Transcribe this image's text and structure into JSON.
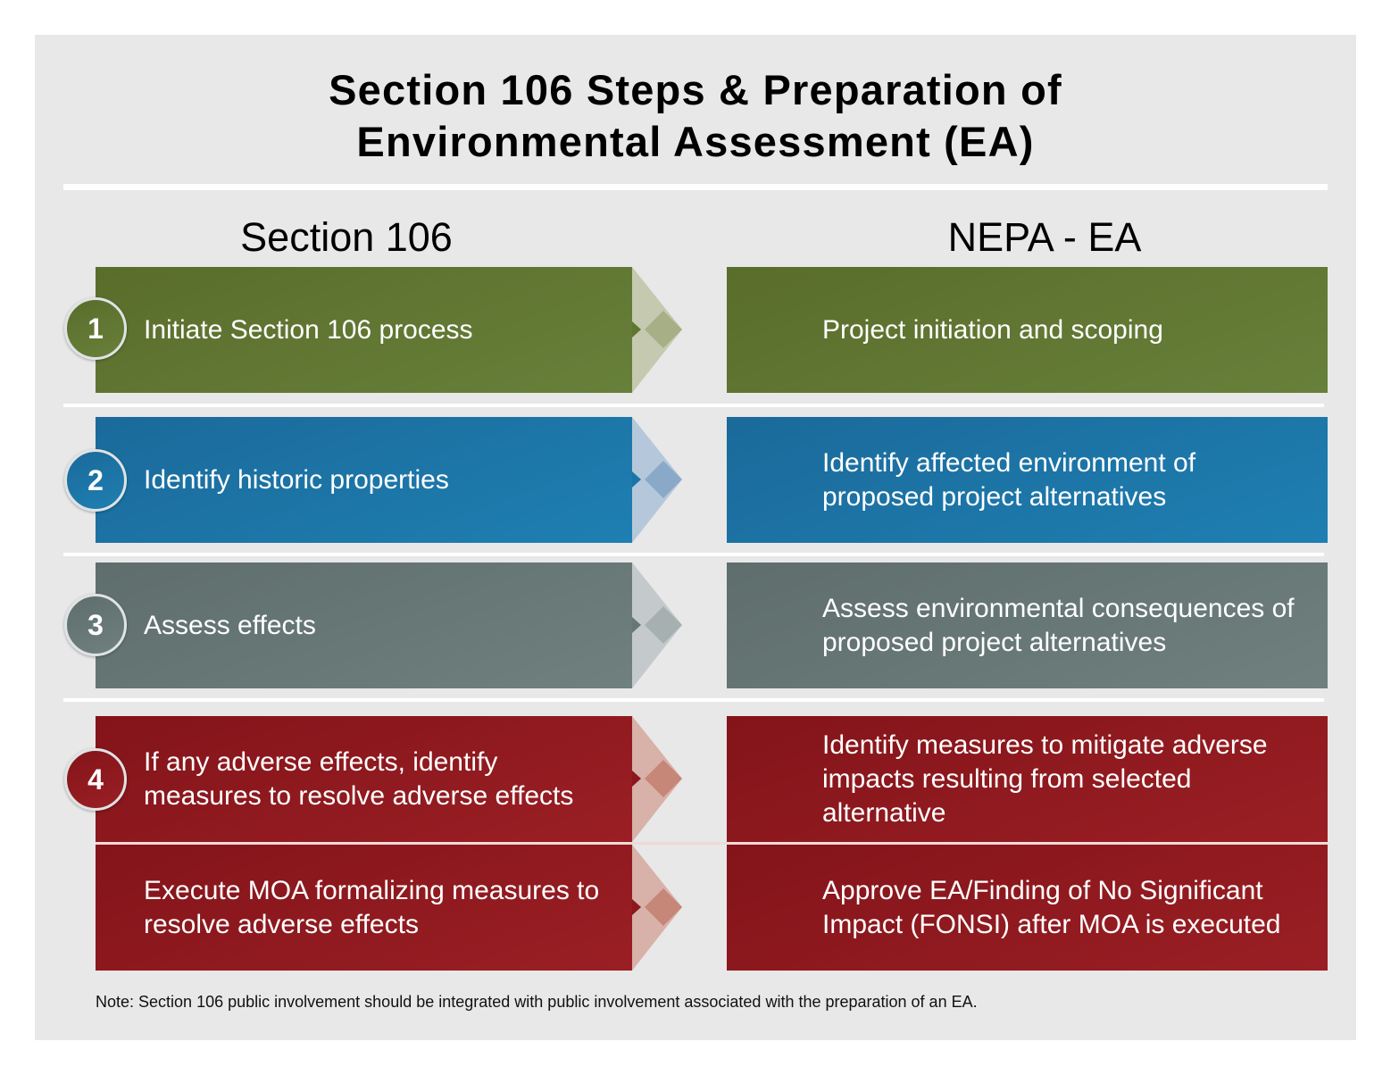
{
  "title": {
    "line1": "Section 106 Steps & Preparation of",
    "line2": "Environmental Assessment (EA)"
  },
  "columns": {
    "left": "Section 106",
    "right": "NEPA - EA"
  },
  "colors": {
    "panel_bg": "#e8e8e8",
    "green": "#5f7631",
    "blue": "#1b74a6",
    "gray": "#677775",
    "red": "#8c171d"
  },
  "rows": [
    {
      "step": "1",
      "color": "green",
      "left": "Initiate Section 106 process",
      "right": "Project initiation and scoping"
    },
    {
      "step": "2",
      "color": "blue",
      "left": "Identify historic properties",
      "right": "Identify affected environment of proposed project alternatives"
    },
    {
      "step": "3",
      "color": "gray",
      "left": "Assess effects",
      "right": "Assess environmental consequences of proposed project alternatives"
    },
    {
      "step": "4",
      "color": "red",
      "left": "If any adverse effects, identify measures to resolve adverse effects",
      "right": "Identify measures to mitigate adverse impacts resulting from selected alternative"
    },
    {
      "step": "",
      "color": "red",
      "left": "Execute MOA formalizing measures to resolve adverse effects",
      "right": "Approve EA/Finding of No Significant Impact (FONSI) after MOA is executed"
    }
  ],
  "icons": {
    "step_arrow": "chevron-right-icon",
    "step_badge": "numbered-circle-icon"
  },
  "note": "Note: Section 106 public involvement should be integrated with public involvement associated with the preparation of an EA."
}
